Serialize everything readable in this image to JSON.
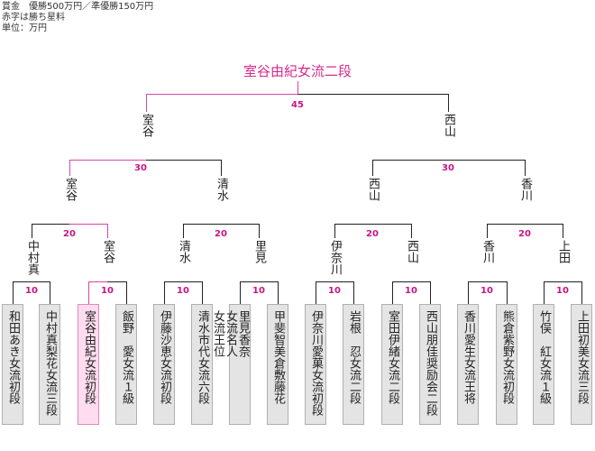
{
  "notes": [
    "賞金　優勝500万円／準優勝150万円",
    "赤字は勝ち星料",
    "単位：万円"
  ],
  "champion": "室谷由紀女流二段",
  "final": {
    "prize": "45",
    "players": [
      "室谷",
      "西山"
    ]
  },
  "semifinals": [
    {
      "prize": "30",
      "players": [
        "室谷",
        "清水"
      ]
    },
    {
      "prize": "30",
      "players": [
        "西山",
        "香川"
      ]
    }
  ],
  "quarterfinals": [
    {
      "prize": "20",
      "players": [
        "中村真",
        "室谷"
      ]
    },
    {
      "prize": "20",
      "players": [
        "清水",
        "里見"
      ]
    },
    {
      "prize": "20",
      "players": [
        "伊奈川",
        "西山"
      ]
    },
    {
      "prize": "20",
      "players": [
        "香川",
        "上田"
      ]
    }
  ],
  "round1": [
    {
      "prize": "10",
      "players": [
        "和田あき女流初段",
        "中村真梨花女流三段"
      ]
    },
    {
      "prize": "10",
      "players": [
        "室谷由紀女流初段",
        "飯野　愛女流１級"
      ]
    },
    {
      "prize": "10",
      "players": [
        "伊藤沙恵女流初段",
        "清水市代女流六段"
      ]
    },
    {
      "prize": "10",
      "players": [
        "里見香奈",
        "甲斐智美倉敷藤花"
      ]
    },
    {
      "prize": "10",
      "players": [
        "伊奈川愛菓女流初段",
        "岩根　忍女流二段"
      ]
    },
    {
      "prize": "10",
      "players": [
        "室田伊緒女流二段",
        "西山朋佳奨励会二段"
      ]
    },
    {
      "prize": "10",
      "players": [
        "香川愛生女流王将",
        "熊倉紫野女流初段"
      ]
    },
    {
      "prize": "10",
      "players": [
        "竹俣　紅女流１級",
        "上田初美女流三段"
      ]
    }
  ],
  "satomi_titles": [
    "女流名人",
    "女流王位"
  ],
  "colors": {
    "win_line": "#d946a8",
    "line": "#222222",
    "prize": "#c71585",
    "win_box": "#ffdcef"
  }
}
